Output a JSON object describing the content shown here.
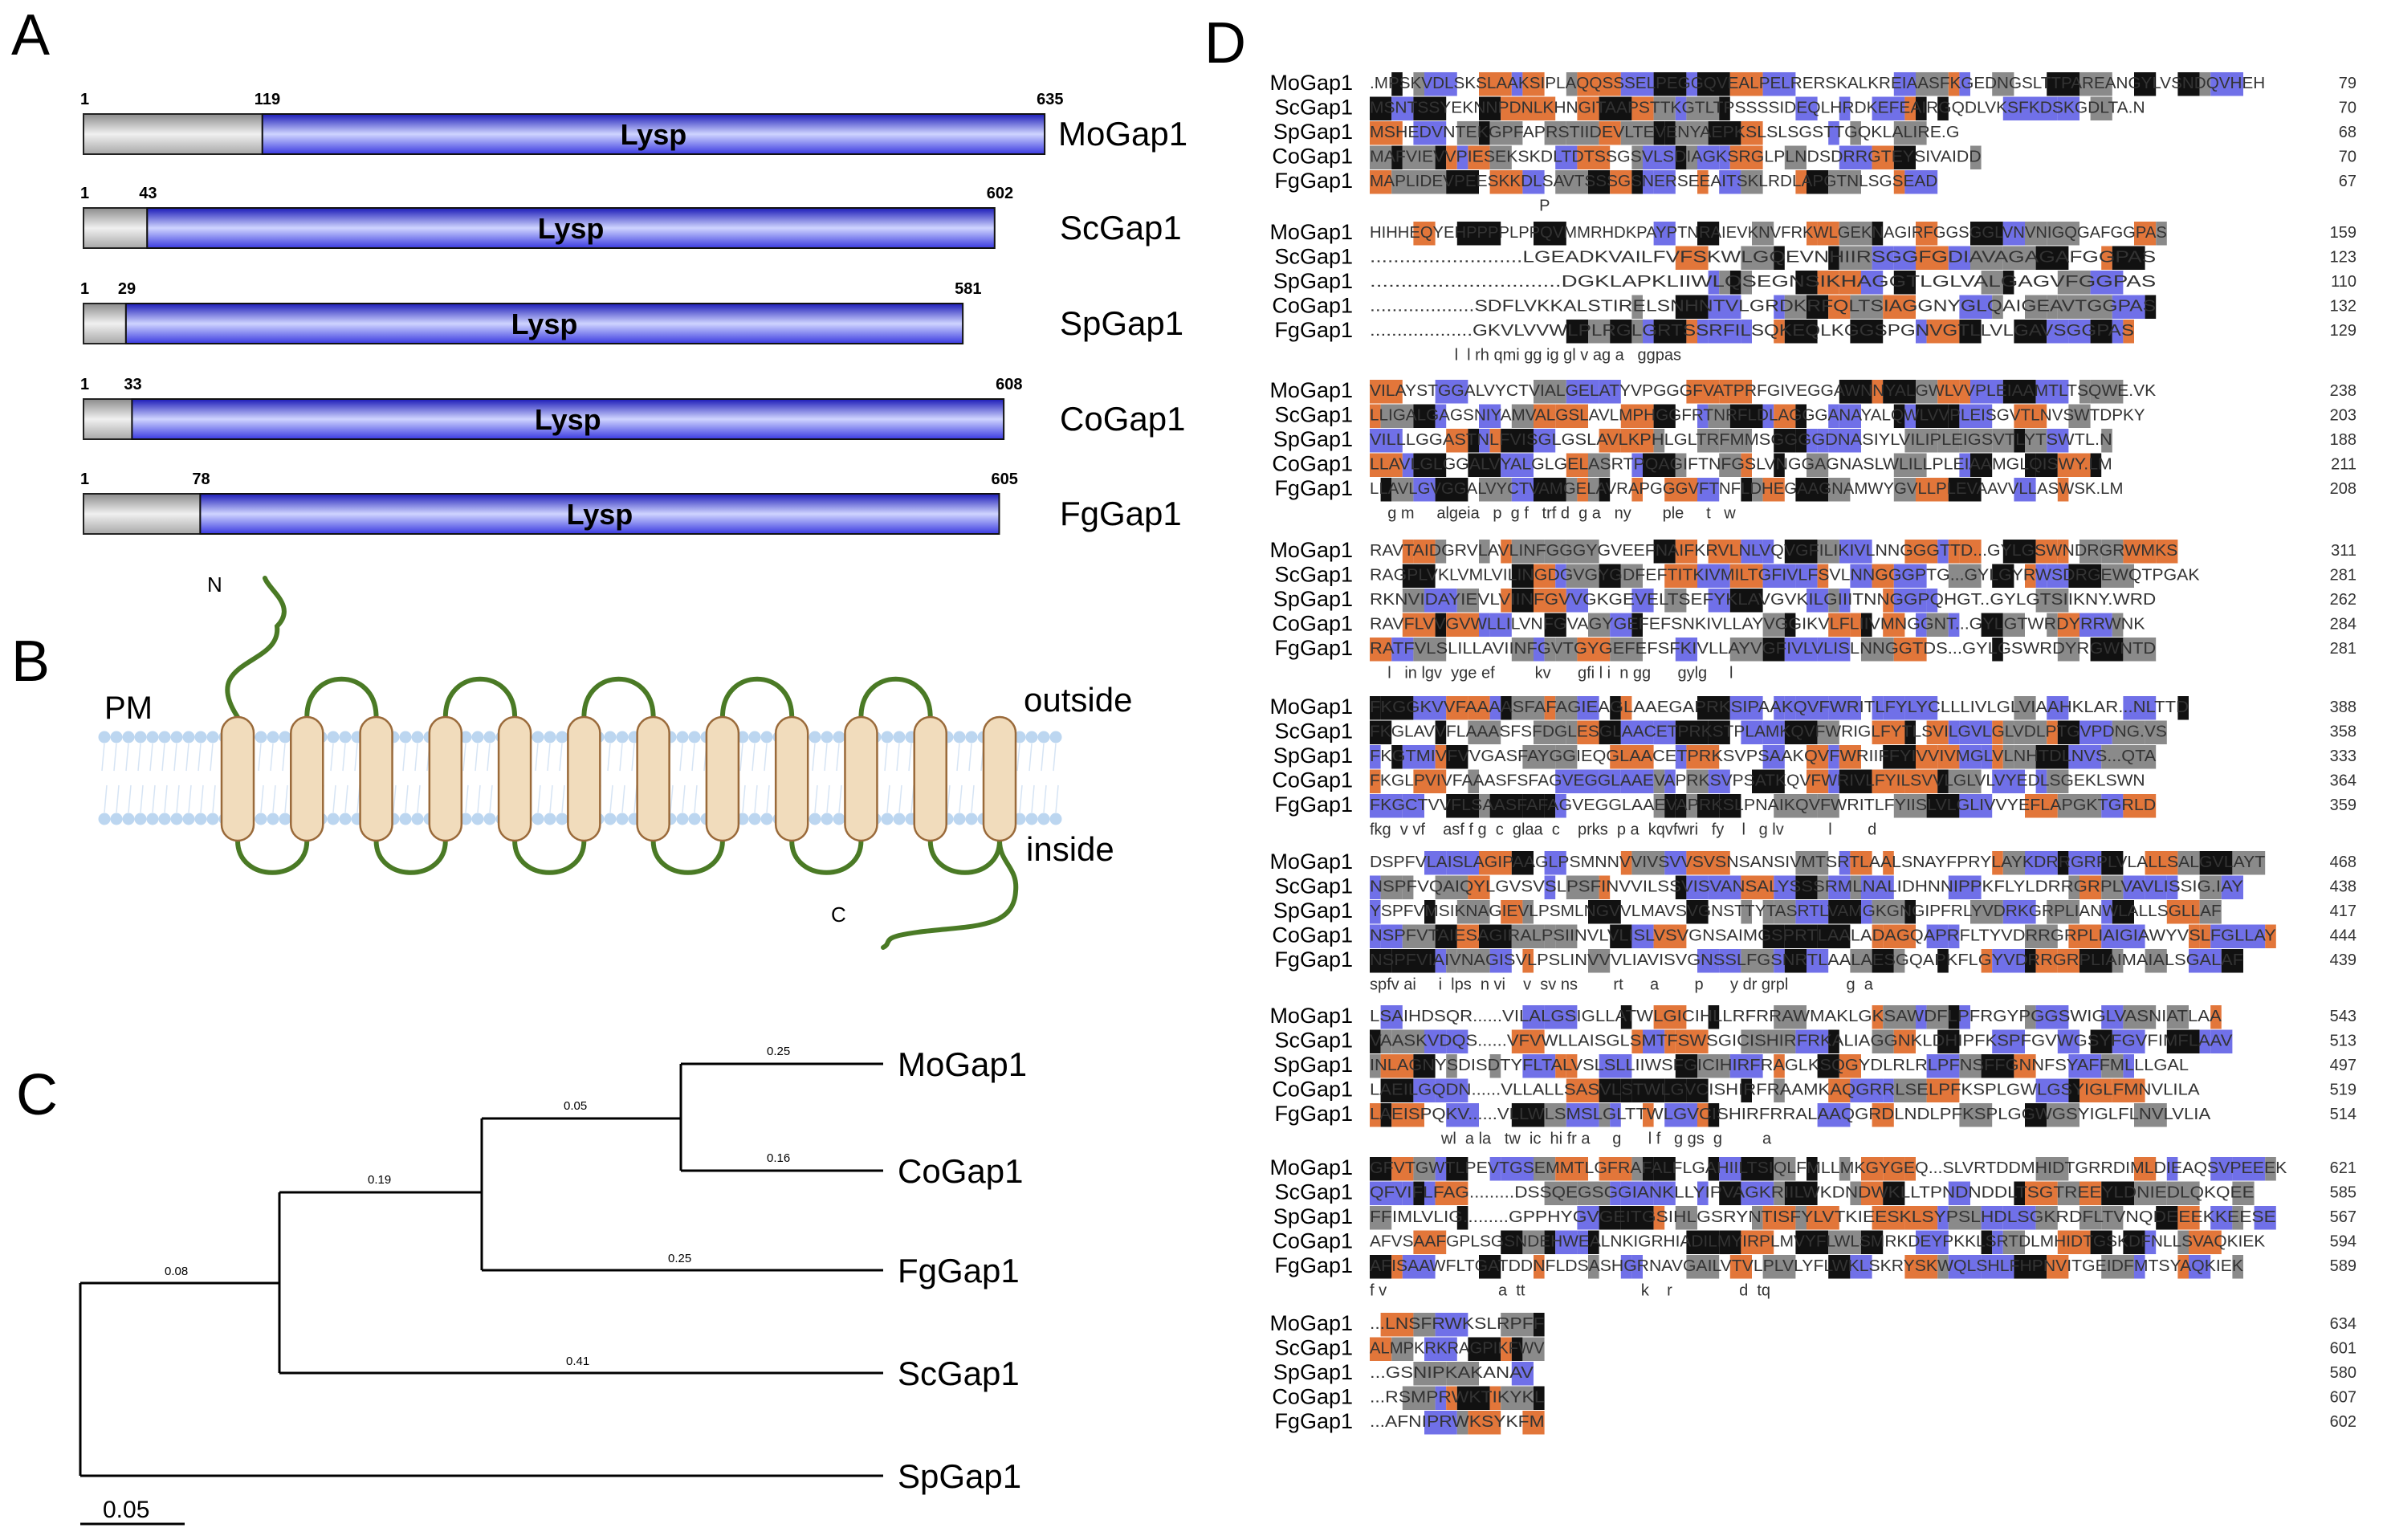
{
  "panels": {
    "A": {
      "letter": "A",
      "domain_label": "Lysp",
      "proteins": [
        {
          "name": "MoGap1",
          "start": "1",
          "domain_start": "119",
          "end": "635",
          "length": 635,
          "domain_from": 119
        },
        {
          "name": "ScGap1",
          "start": "1",
          "domain_start": "43",
          "end": "602",
          "length": 602,
          "domain_from": 43
        },
        {
          "name": "SpGap1",
          "start": "1",
          "domain_start": "29",
          "end": "581",
          "length": 581,
          "domain_from": 29
        },
        {
          "name": "CoGap1",
          "start": "1",
          "domain_start": "33",
          "end": "608",
          "length": 608,
          "domain_from": 33
        },
        {
          "name": "FgGap1",
          "start": "1",
          "domain_start": "78",
          "end": "605",
          "length": 605,
          "domain_from": 78
        }
      ],
      "colors": {
        "domain": "#3a3ae0",
        "prefix": "#a8a8a8"
      }
    },
    "B": {
      "letter": "B",
      "membrane_label": "PM",
      "outside_label": "outside",
      "inside_label": "inside",
      "n_label": "N",
      "c_label": "C",
      "helix_count": 12,
      "colors": {
        "helix_fill": "#f1dcbc",
        "helix_stroke": "#9a6a3a",
        "loop": "#4a7a25",
        "lipid": "#bcd6f0"
      }
    },
    "C": {
      "letter": "C",
      "scale_label": "0.05",
      "scale_value": 0.05,
      "branch_labels": {
        "mo": "0.25",
        "co": "0.16",
        "mo_co": "0.05",
        "fg": "0.25",
        "mo_co_fg": "0.19",
        "sc": "0.41",
        "ingroup": "0.08"
      },
      "taxa": [
        "MoGap1",
        "CoGap1",
        "FgGap1",
        "ScGap1",
        "SpGap1"
      ]
    },
    "D": {
      "letter": "D",
      "names": [
        "MoGap1",
        "ScGap1",
        "SpGap1",
        "CoGap1",
        "FgGap1"
      ],
      "colors": {
        "identical": "#111111",
        "similar": "#8a8a8a",
        "group_a": "#7070e8",
        "group_b": "#e2763a",
        "text": "#333333"
      },
      "blocks": [
        {
          "ends": [
            "79",
            "70",
            "68",
            "70",
            "67"
          ],
          "consensus": "                                      P",
          "length": 76,
          "seed": 11,
          "rows": [
            ".MPSKVDLSKSLAAKSIPLAQQSSSELPEGGQVEALPELRERSKALKREIAASFKGEDNGSLTTPAREANGYLVSNDQVHEH",
            "MSNTSSYEKNNPDNLKHNGITAAPSTTKGTLTPSSSSIDEQLHRDKEFEAIRGQDLVKSFKDSKGDLTA.N",
            "MSHEDVNTEKGPFAPRSTIIDEVLTEVENYAEPKSLSLSGSTTGQKLALIRE.G",
            "MAFVIEVVPIESEKSKDLTDTSSGSVLSDIAGKSRGLPLNDSDRRGTEYSIVAIDD",
            "MAPLIDEVPEESKKDLSAVTSSSGSNERSEEAITSKLRDLAPGTNLSGSEAD"
          ]
        },
        {
          "ends": [
            "159",
            "123",
            "110",
            "132",
            "129"
          ],
          "consensus": "                   l  l rh qmi gg ig gl v ag a   ggpas",
          "length": 80,
          "seed": 23,
          "rows": [
            "HIHHEQYEHPPPPLPPQVMMRHDKPAYPTNRAIEVKNVFRKWLGEKNAGIRFGGSGGLVNVNIGQGAFGGPAS",
            "..........................LGEADKVAILFVFSKWLGQEVNHIIRSGGFGDIAVAGAGAFGGPAS",
            "...............................DGKLAPKLIIWLQSEGNSIKHAGGTLGLVALGAGVFGGPAS",
            "...................SDFLVKKALSTIRELSNHNTVLGRDKRFQLTSIAGGNYGLQAIGEAVTGGPAS",
            "...................GKVLVVWLPLRGLGRTSSRFILSQKEQLKGGSPGNVGTLLVLGAVSGGPAS"
          ]
        },
        {
          "ends": [
            "238",
            "203",
            "188",
            "211",
            "208"
          ],
          "consensus": "    g m     algeia   p  g f   trf d  g a   ny       ple     t   w",
          "length": 79,
          "seed": 37,
          "rows": [
            "VILAYSTGGALVYCTVIALGELATYVPGGGFVATPRFGIVEGGAWNNYALGWLVVPLEIAAMTLTSQWE.VK",
            "LLIGALGAGSNIYAMVALGSLAVLMPHGGFRTNRFLDLAGGGANAYALQWLVVPLEISGVTLNVSWTDPKY",
            "VILLLGGASTNLFVISGLGSLAVLKPHLGLTRFMMSGGGGDNASIYLVILIPLEIGSVTLYTSWTL.N",
            "LLAVLGLGGALVYALGLGELASRTPQAGIFTNFGSLVNGGAGNASLWLILLPLEIAAMGLQISWY.LM",
            "LLAVLGVGGALVYCTVAMGELAVRAPGGGVFTNFLDHEGAAGNAMWYGVLLPLEVAAVVLLASWSK.LM"
          ]
        },
        {
          "ends": [
            "311",
            "281",
            "262",
            "284",
            "281"
          ],
          "consensus": "    l   in lgv  yge ef         kv      gfi l i  n gg      gylg     l",
          "length": 78,
          "seed": 41,
          "rows": [
            "RAVTAIDGRVLAVLINFGGGYGVEEFNAIFKRVLNLVQVGFILIKIVLNNGGGTTD...GYLGSWNDRGRWMKS",
            "RAGPLVKLVMLVILINGDGVGYGDFEFTITKIVMILTGFIVLFSVLNNGGGPTG...GYLGYRWSDRGEWQTPGAK",
            "RKNVIDAYIEVLVIINFGVVGKGEVELTSEFYKLAVGVKILGIIITNNGGPQHGT..GYLGTSIIKNY.WRD",
            "RAVFLVVGVWLLILVNFGVAGYGEFEFSNKIVLLAYVGGIKVLFLIIVMNGGNT...GYLGTWRDYRRWNK",
            "RATFVLSLILLAVIINFGVTGYGEFEFSFKIVLLAYVGFIVLVLISLNNGGTDS...GYLGSWRDYRGWNTD"
          ]
        },
        {
          "ends": [
            "388",
            "358",
            "333",
            "364",
            "359"
          ],
          "consensus": "fkg  v vf    asf f g  c  glaa  c    prks  p a  kqvfwri   fy    l   g lv          l        d",
          "length": 80,
          "seed": 53,
          "rows": [
            "FKGGKVVFAAAASFAFAGIEAGLAAEGAPRKSIPAAKQVFWRITLFYLYCLLLIVLGLVIAAHKLAR...NLTTD",
            "FKGLAVVFLAAASFSFDGLESGLAACETPRKSTPLAMKQVFWRIGLFYTLSVILGVLGLVDLPTGVPDNG.VS",
            "FKGTMIVFVVGASFAYGGIEQGLAACETPRKSVPSAAKQVFWRIIFFYIVVIVMGLVLNHTDLNVS...QTA",
            "FKGLPVIVFAAASFSFAGVEGGLAAEVAPRKSVPSATKQVFWRIVLFYILSVVLGLVLVYEDLSGEKLSWN",
            "FKGCTVVFLSAASFAFAGVEGGLAAEVAPRKSLPNAIKQVFWRITLFYIISLVLGLIVVYEFLAPGKTGRLD"
          ]
        },
        {
          "ends": [
            "468",
            "438",
            "417",
            "444",
            "439"
          ],
          "consensus": "spfv ai     i  lps  n vi    v  sv ns        rt      a        p      y dr grpl             g  a",
          "length": 80,
          "seed": 61,
          "rows": [
            "DSPFVLAISLAGIPAAGLPSMNNVVIVSVVSVSNSANSIVMTSRTLAALSNAYFPRYLAYKDRRGRPLVLALLSALGVLAYT",
            "NSPFVQAIQYLGVSVSLPSFINVVILSSVISVANSALYSSSRMLNALIDHNNIPPKFLYLDRRGRPLVAVLISSIG.IAY",
            "YSPFVMSIKNAGIEVLPSMLNGVVLMAVSVGNSTTYTASRTLVAMGKGNGIPFRLYVDRKGRPLIANWLALLSGLLAF",
            "NSPFVTAIESAGIRALPSIINVLVLISLVSVGNSAIMGSPRTLAALADAGQAPRFLTYVDRRGRPLIAIGIAWYVSLFGLLAY",
            "NSPFVIAIVNAGISVLPSLINVVVLIAVISVGNSSLFGSNRTLAALAESGQAPKFLGYVDRRGRPLIAIMAIALSGALAF"
          ]
        },
        {
          "ends": [
            "543",
            "513",
            "497",
            "519",
            "514"
          ],
          "consensus": "                wl  a la   tw  ic  hi fr a     g      l f   g gs  g         a",
          "length": 80,
          "seed": 73,
          "rows": [
            "LSAIHDSQR......VILALGSIGLLATWLGICIHLLRFRRAWMAKLGKSAWDFLPFRGYPGGSWIGLVASNIATLAA",
            "VAASKVDQS......VFVWLLAISGLSMTFSWSGICISHIRFRKALIAGGNKLDHIPFKSPFGVWGSYFGVFIMFLAAV",
            "INLAGNYSDISDTYFLTALVSLSLLIIWSFGICIHIRFRAGLKSQGYDLRLRLPFNSFFGNNFSYAFFMLLLGAL",
            "LAEILGQDN......VLLALLSASVLSTWLGVCISHIRFRAAMKAQGRRLSELPFKSPLGWLGSYIGLFMNVLILA",
            "LAEISPQKV......VLLWLSMSLGLTTWLGVCISHIRFRRALAAQGRDLNDLPFKSPLGGWGSYIGLFLNVLVLIA"
          ]
        },
        {
          "ends": [
            "621",
            "585",
            "567",
            "594",
            "589"
          ],
          "consensus": "f v                         a  tt                          k    r               d  tq",
          "length": 80,
          "seed": 83,
          "rows": [
            "GFVTGWTLPEVTGSEMMTLGFRAFALFLGAHIILTSIQLFMLLMKGYGEQ...SLVRTDDMHIDTGRRDIMLDIEAQSVPEEEK",
            "QFVIFLFAG.........DSSQEGSGGIANKLLYIPVAGKRIILWKDNDWKLLTPNDNDDLTSGTREEYLDNIEDLQKQEE",
            "FFIMLVLIG.........GPPHYGVGEITGSIHLGSRYNTISFYLVTKIEESKLSYPSLHDLSGKRDFLTVNQDEEEKKEESE",
            "AFVSAAFGPLSGSNDEHWEALNKIGRHIADILMYIRPLMVYFLWLSMRKDEYPKKLSRTDLMHIDTGSKDFNLLSVAQKIEK",
            "AFISAAWFLTGATDDNFLDSASHGRNAVGAILVTVLPLVLYFLWKLSKRYSKWQLSHLFHPNVITGEIDFMTSYAQKIEK"
          ]
        },
        {
          "ends": [
            "634",
            "601",
            "580",
            "607",
            "602"
          ],
          "consensus": "",
          "length": 18,
          "seed": 97,
          "rows": [
            "...LNSFRWKSLRPFF",
            "ALMPKRKRAGPIKFWV",
            "...GSNIPKAKANAV",
            "...RSMPRWKTIKYKL",
            "...AFNIPRWKSYKFM"
          ]
        }
      ]
    }
  }
}
